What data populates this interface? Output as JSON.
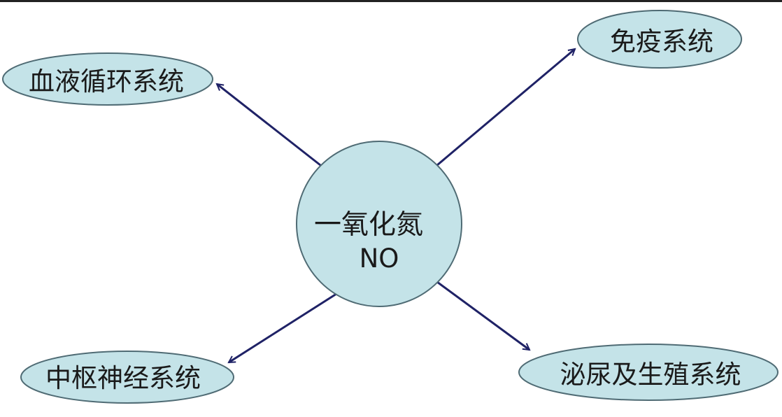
{
  "center": {
    "label_zh": "一氧化氮",
    "label_en": "NO"
  },
  "nodes": {
    "circulatory": "血液循环系统",
    "immune": "免疫系统",
    "nervous": "中枢神经系统",
    "urogenital": "泌尿及生殖系统"
  },
  "colors": {
    "node_fill": "#c4e3e8",
    "node_stroke": "#4f6b74",
    "arrow": "#1f2266",
    "top_rule": "#222222"
  }
}
